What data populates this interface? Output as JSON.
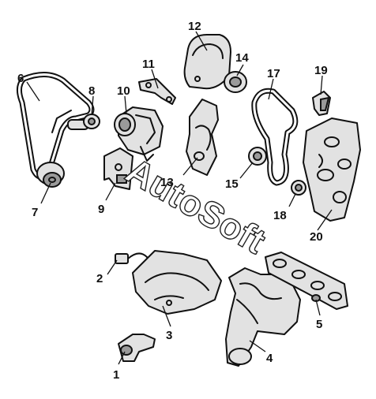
{
  "watermark": "AutoSoft",
  "callouts": [
    {
      "id": "1",
      "label": "1"
    },
    {
      "id": "2",
      "label": "2"
    },
    {
      "id": "3",
      "label": "3"
    },
    {
      "id": "4",
      "label": "4"
    },
    {
      "id": "5",
      "label": "5"
    },
    {
      "id": "6",
      "label": "6"
    },
    {
      "id": "7",
      "label": "7"
    },
    {
      "id": "8",
      "label": "8"
    },
    {
      "id": "9",
      "label": "9"
    },
    {
      "id": "10",
      "label": "10"
    },
    {
      "id": "11",
      "label": "11"
    },
    {
      "id": "12",
      "label": "12"
    },
    {
      "id": "13",
      "label": "13"
    },
    {
      "id": "14",
      "label": "14"
    },
    {
      "id": "15",
      "label": "15"
    },
    {
      "id": "17",
      "label": "17"
    },
    {
      "id": "18",
      "label": "18"
    },
    {
      "id": "19",
      "label": "19"
    },
    {
      "id": "20",
      "label": "20"
    }
  ]
}
